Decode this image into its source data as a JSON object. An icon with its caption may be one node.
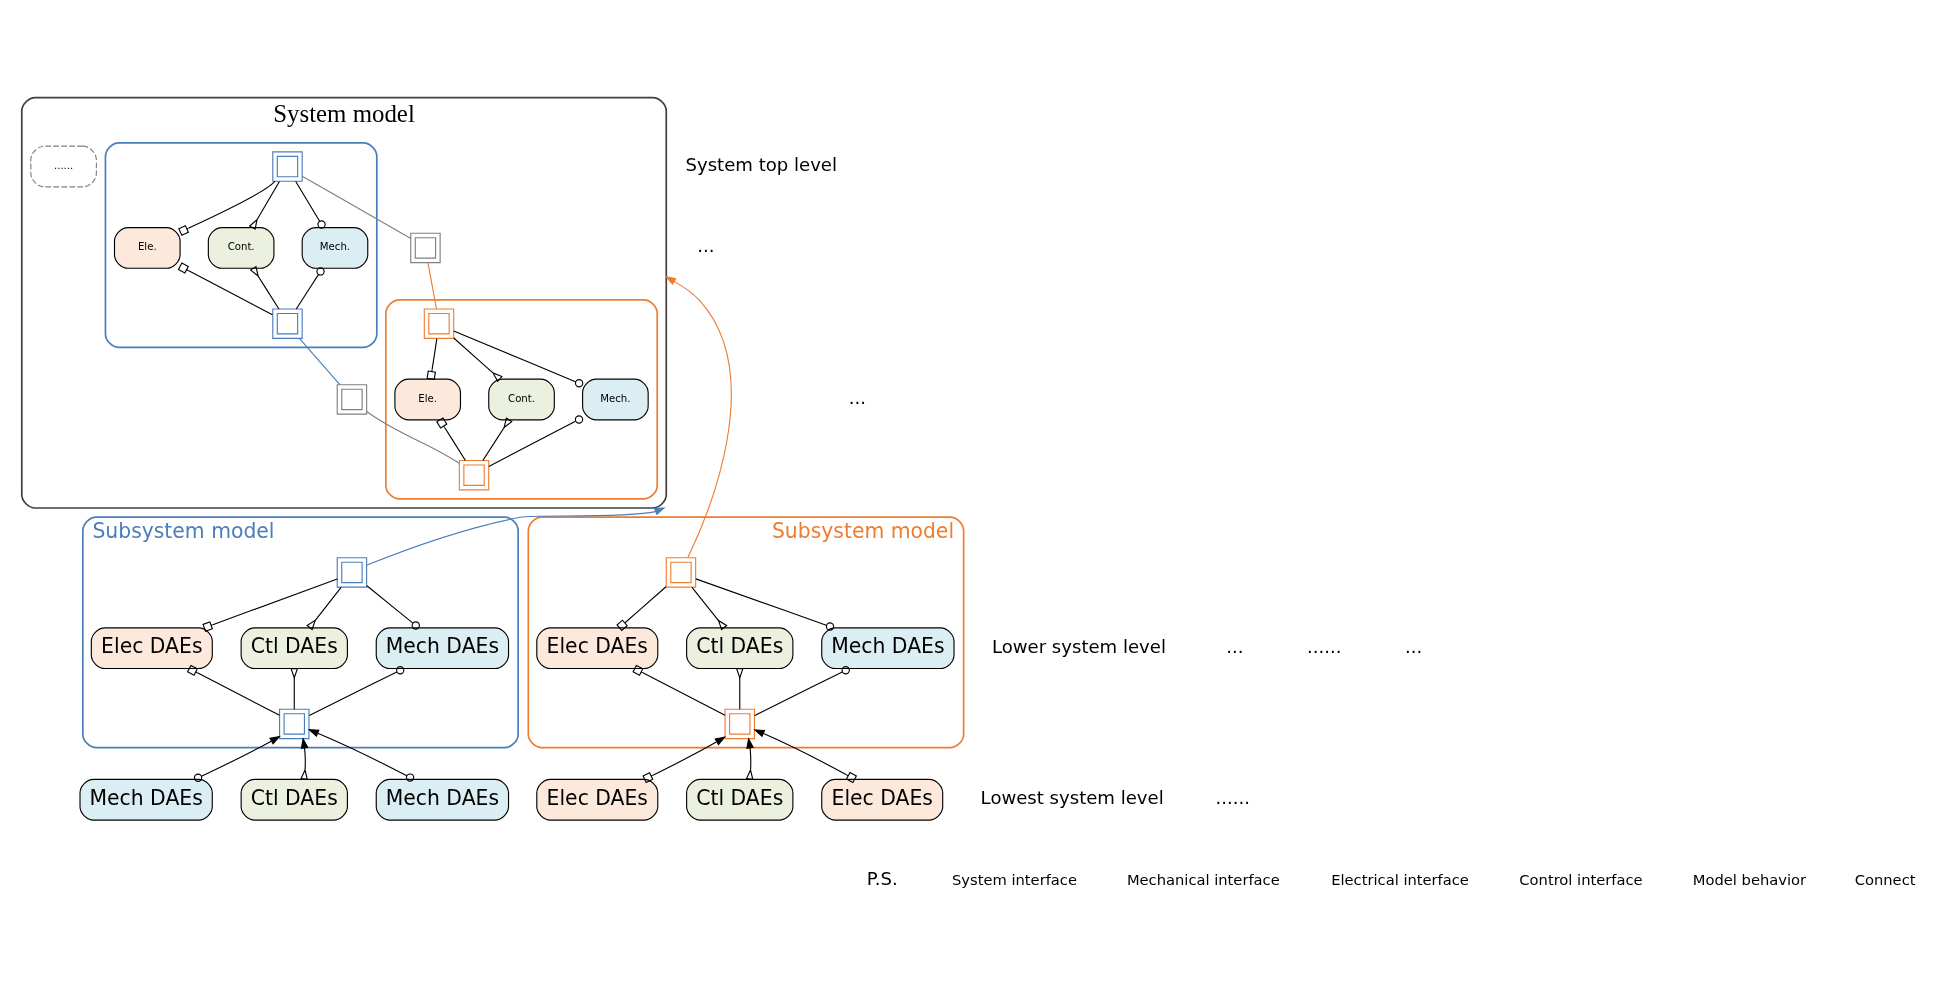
{
  "diagram": {
    "nodes": [
      {
        "text": [
          "System model"
        ]
      },
      {
        "text": [],
        "shape": "box",
        "in": 0
      },
      {
        "text": [],
        "shape": "box",
        "in": 1
      },
      {
        "text": [
          "Mech."
        ],
        "in": 1
      },
      {
        "text": [
          "Ele."
        ],
        "in": 1
      },
      {
        "text": [
          "Cont."
        ],
        "in": 1
      },
      {
        "text": [],
        "shape": "box",
        "in": 1
      },
      {
        "text": [
          "......"
        ],
        "in": 0
      },
      {
        "text": [],
        "shape": "box",
        "in": 0
      },
      {
        "text": [],
        "shape": "box",
        "in": 0
      },
      {
        "text": [],
        "shape": "box",
        "in": 0
      },
      {
        "text": [],
        "shape": "box",
        "in": 10
      },
      {
        "text": [
          "Mech."
        ],
        "in": 10
      },
      {
        "text": [
          "Ele."
        ],
        "in": 10
      },
      {
        "text": [
          "Cont."
        ],
        "in": 10
      },
      {
        "text": [],
        "shape": "box",
        "in": 10
      },
      {
        "text": [
          "Subsystem model"
        ]
      },
      {
        "text": [],
        "shape": "box",
        "in": 16
      },
      {
        "text": [
          "Mech DAEs"
        ],
        "in": 16
      },
      {
        "text": [
          "Elec DAEs"
        ],
        "in": 16
      },
      {
        "text": [
          "Ctl DAEs"
        ],
        "in": 16
      },
      {
        "text": [],
        "shape": "box",
        "in": 16
      },
      {
        "text": [
          "Subsystem model"
        ]
      },
      {
        "text": [],
        "shape": "box",
        "in": 22
      },
      {
        "text": [
          "Mech DAEs"
        ],
        "in": 22
      },
      {
        "text": [
          "Elec DAEs"
        ],
        "in": 22
      },
      {
        "text": [
          "Ctl DAEs"
        ],
        "in": 22
      },
      {
        "text": [],
        "shape": "box",
        "in": 22
      },
      {
        "text": [
          "Mech DAEs"
        ]
      },
      {
        "text": [
          "Mech DAEs"
        ]
      },
      {
        "text": [
          "Elec DAEs"
        ]
      },
      {
        "text": [
          "Elec DAEs"
        ]
      },
      {
        "text": [
          "Ctl DAEs"
        ]
      },
      {
        "text": [
          "Ctl DAEs"
        ]
      }
    ],
    "edges": [
      {
        "from": 2,
        "to": 3,
        "arrow": "other"
      },
      {
        "from": 2,
        "to": 4,
        "arrow": "other"
      },
      {
        "from": 2,
        "to": 5,
        "arrow": "other"
      },
      {
        "from": 3,
        "to": 6,
        "arrow": "other"
      },
      {
        "from": 4,
        "to": 6,
        "arrow": "other"
      },
      {
        "from": 5,
        "to": 6,
        "arrow": "other"
      },
      {
        "from": 11,
        "to": 12,
        "arrow": "other"
      },
      {
        "from": 11,
        "to": 13,
        "arrow": "other"
      },
      {
        "from": 11,
        "to": 14,
        "arrow": "other"
      },
      {
        "from": 12,
        "to": 15,
        "arrow": "other"
      },
      {
        "from": 13,
        "to": 15,
        "arrow": "other"
      },
      {
        "from": 14,
        "to": 15,
        "arrow": "other"
      },
      {
        "from": 2,
        "to": 8,
        "arrow": "none",
        "color": "#7f7f7f"
      },
      {
        "from": 8,
        "to": 11,
        "arrow": "none",
        "color": "#ed7d31"
      },
      {
        "from": 6,
        "to": 9,
        "arrow": "none",
        "color": "#4a7ebb"
      },
      {
        "from": 9,
        "to": 15,
        "arrow": "none",
        "color": "#7f7f7f"
      },
      {
        "from": 17,
        "to": 18,
        "arrow": "other"
      },
      {
        "from": 17,
        "to": 19,
        "arrow": "other"
      },
      {
        "from": 17,
        "to": 20,
        "arrow": "other"
      },
      {
        "from": 18,
        "to": 21,
        "arrow": "other"
      },
      {
        "from": 19,
        "to": 21,
        "arrow": "other"
      },
      {
        "from": 20,
        "to": 21,
        "arrow": "other"
      },
      {
        "from": 23,
        "to": 24,
        "arrow": "other"
      },
      {
        "from": 23,
        "to": 25,
        "arrow": "other"
      },
      {
        "from": 23,
        "to": 26,
        "arrow": "other"
      },
      {
        "from": 24,
        "to": 27,
        "arrow": "other"
      },
      {
        "from": 25,
        "to": 27,
        "arrow": "other"
      },
      {
        "from": 26,
        "to": 27,
        "arrow": "other"
      },
      {
        "from": 17,
        "to": 0,
        "arrow": "to",
        "color": "#4a7ebb"
      },
      {
        "from": 23,
        "to": 0,
        "arrow": "to",
        "color": "#ed7d31"
      },
      {
        "from": 28,
        "to": 21,
        "arrow": "to"
      },
      {
        "from": 29,
        "to": 21,
        "arrow": "to"
      },
      {
        "from": 32,
        "to": 21,
        "arrow": "to"
      },
      {
        "from": 30,
        "to": 27,
        "arrow": "to"
      },
      {
        "from": 31,
        "to": 27,
        "arrow": "to"
      },
      {
        "from": 33,
        "to": 27,
        "arrow": "to"
      }
    ],
    "labels": [
      "System top level",
      "...",
      "...",
      "Lower system level",
      "...",
      "......",
      "...",
      "Lowest system level",
      "......",
      "P.S."
    ],
    "legend": [
      {
        "text": "System interface"
      },
      {
        "text": "Mechanical interface"
      },
      {
        "text": "Electrical interface"
      },
      {
        "text": "Control interface"
      },
      {
        "text": "Model behavior"
      },
      {
        "text": "Connect"
      }
    ]
  }
}
